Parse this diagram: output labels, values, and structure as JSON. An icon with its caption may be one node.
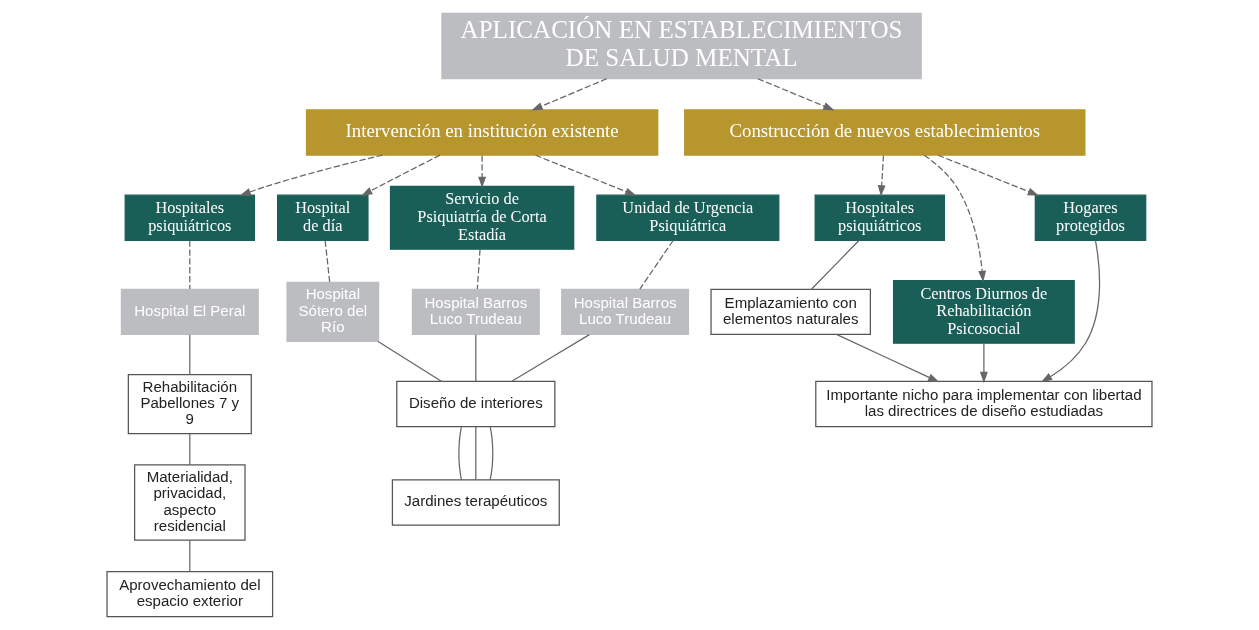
{
  "diagram": {
    "nodes": [
      {
        "text": [
          "APLICACIÓN EN ESTABLECIMIENTOS DE SALUD MENTAL"
        ]
      },
      {
        "text": [
          "Intervención en institución existente"
        ]
      },
      {
        "text": [
          "Construcción de nuevos establecimientos"
        ]
      },
      {
        "text": [
          "Hospitales psiquiátricos"
        ]
      },
      {
        "text": [
          "Hospital de día"
        ]
      },
      {
        "text": [
          "Servicio de Psiquiatría de Corta Estadía"
        ]
      },
      {
        "text": [
          "Unidad de Urgencia Psiquiátrica"
        ]
      },
      {
        "text": [
          "Hospital El Peral"
        ]
      },
      {
        "text": [
          "Hospital Sótero del Río"
        ]
      },
      {
        "text": [
          "Hospital Barros Luco Trudeau"
        ]
      },
      {
        "text": [
          "Hospital Barros Luco Trudeau"
        ]
      },
      {
        "text": [
          "Rehabilitación Pabellones 7 y 9"
        ]
      },
      {
        "text": [
          "Materialidad, privacidad, aspecto residencial"
        ]
      },
      {
        "text": [
          "Aprovechamiento del espacio exterior"
        ]
      },
      {
        "text": [
          "Diseño de interiores"
        ]
      },
      {
        "text": [
          "Jardines terapéuticos"
        ]
      },
      {
        "text": [
          "Hospitales psiquiátricos"
        ]
      },
      {
        "text": [
          "Centros Diurnos de Rehabilitación Psicosocial"
        ]
      },
      {
        "text": [
          "Hogares protegidos"
        ]
      },
      {
        "text": [
          "Emplazamiento con elementos naturales"
        ]
      },
      {
        "text": [
          "Importante nicho para implementar con libertad las directrices de diseño estudiadas"
        ]
      }
    ],
    "edges": [
      {
        "from": 0,
        "to": 1,
        "arrow": "to",
        "style": "dashed"
      },
      {
        "from": 0,
        "to": 2,
        "arrow": "to",
        "style": "dashed"
      },
      {
        "from": 1,
        "to": 3,
        "arrow": "to",
        "style": "dashed"
      },
      {
        "from": 1,
        "to": 4,
        "arrow": "to",
        "style": "dashed"
      },
      {
        "from": 1,
        "to": 5,
        "arrow": "to",
        "style": "dashed"
      },
      {
        "from": 1,
        "to": 6,
        "arrow": "to",
        "style": "dashed"
      },
      {
        "from": 3,
        "to": 7,
        "arrow": "none",
        "style": "dashed"
      },
      {
        "from": 4,
        "to": 8,
        "arrow": "none",
        "style": "dashed"
      },
      {
        "from": 5,
        "to": 9,
        "arrow": "none",
        "style": "dashed"
      },
      {
        "from": 6,
        "to": 10,
        "arrow": "none",
        "style": "dashed"
      },
      {
        "from": 7,
        "to": 11,
        "arrow": "none"
      },
      {
        "from": 11,
        "to": 12,
        "arrow": "none"
      },
      {
        "from": 12,
        "to": 13,
        "arrow": "none"
      },
      {
        "from": 8,
        "to": 14,
        "arrow": "none"
      },
      {
        "from": 9,
        "to": 14,
        "arrow": "none"
      },
      {
        "from": 10,
        "to": 14,
        "arrow": "none"
      },
      {
        "from": 14,
        "to": 15,
        "arrow": "none"
      },
      {
        "from": 14,
        "to": 15,
        "arrow": "none"
      },
      {
        "from": 14,
        "to": 15,
        "arrow": "none"
      },
      {
        "from": 2,
        "to": 16,
        "arrow": "to",
        "style": "dashed"
      },
      {
        "from": 2,
        "to": 17,
        "arrow": "to",
        "style": "dashed"
      },
      {
        "from": 2,
        "to": 18,
        "arrow": "to",
        "style": "dashed"
      },
      {
        "from": 16,
        "to": 19,
        "arrow": "none"
      },
      {
        "from": 19,
        "to": 20,
        "arrow": "to"
      },
      {
        "from": 17,
        "to": 20,
        "arrow": "to"
      },
      {
        "from": 18,
        "to": 20,
        "arrow": "to"
      }
    ]
  }
}
